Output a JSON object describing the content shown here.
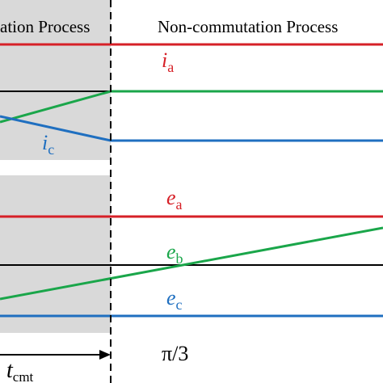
{
  "colors": {
    "red": "#d62027",
    "green": "#1aa64a",
    "blue": "#1f6fc0",
    "black": "#000000",
    "shade": "#d9d9d9"
  },
  "labels": {
    "commutation_process": "ation Process",
    "non_commutation_process": "Non-commutation Process",
    "ia_base": "i",
    "ia_sub": "a",
    "ic_base": "i",
    "ic_sub": "c",
    "ea_base": "e",
    "ea_sub": "a",
    "eb_base": "e",
    "eb_sub": "b",
    "ec_base": "e",
    "ec_sub": "c",
    "pi_over_3": "π/3",
    "t_cmt_base": "t",
    "t_cmt_sub": "cmt"
  }
}
